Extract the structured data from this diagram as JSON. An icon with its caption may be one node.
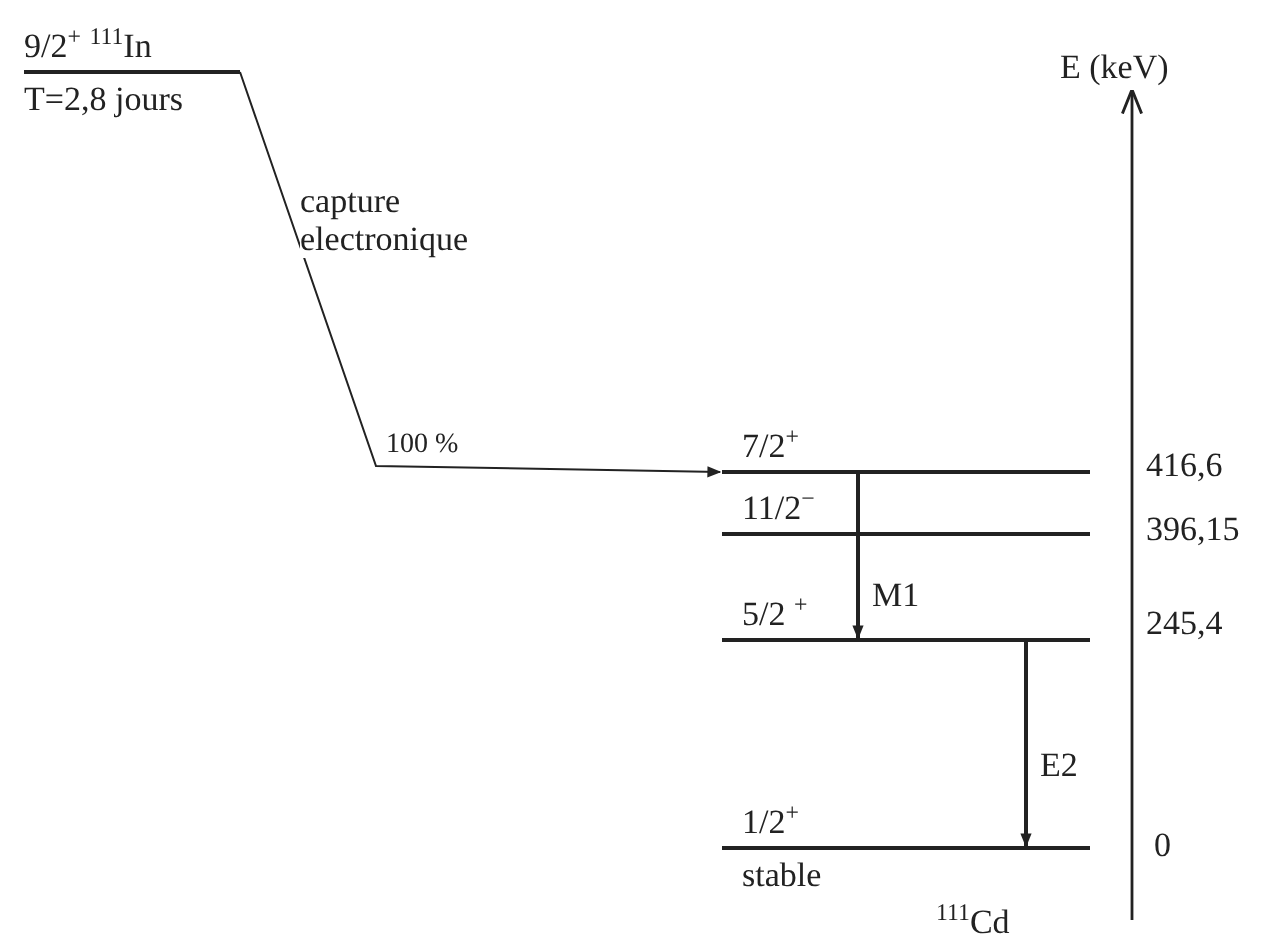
{
  "diagram": {
    "nodes": [
      {
        "text": [
          "9/2$^{+}$ $^{111}$In",
          "T=2,8 jours"
        ]
      },
      {
        "text": [
          "7/2$^{+}$"
        ],
        "beside": [
          "416,6"
        ]
      },
      {
        "text": [
          "11/2$^{−}$"
        ],
        "beside": [
          "396,15"
        ]
      },
      {
        "text": [
          "5/2 $^{+}$"
        ],
        "beside": [
          "245,4"
        ]
      },
      {
        "text": [
          "1/2$^{+}$",
          "stable"
        ],
        "beside": [
          "0"
        ]
      }
    ],
    "edges": [
      {
        "from": 0,
        "to": 1,
        "arrow": "to",
        "label": "capture electronique"
      },
      {
        "from": 1,
        "to": 3,
        "arrow": "to",
        "label": "M1"
      },
      {
        "from": 3,
        "to": 4,
        "arrow": "to",
        "label": "E2"
      }
    ],
    "labels": [
      "E (keV)",
      "100 %",
      "$^{111}$Cd"
    ]
  }
}
